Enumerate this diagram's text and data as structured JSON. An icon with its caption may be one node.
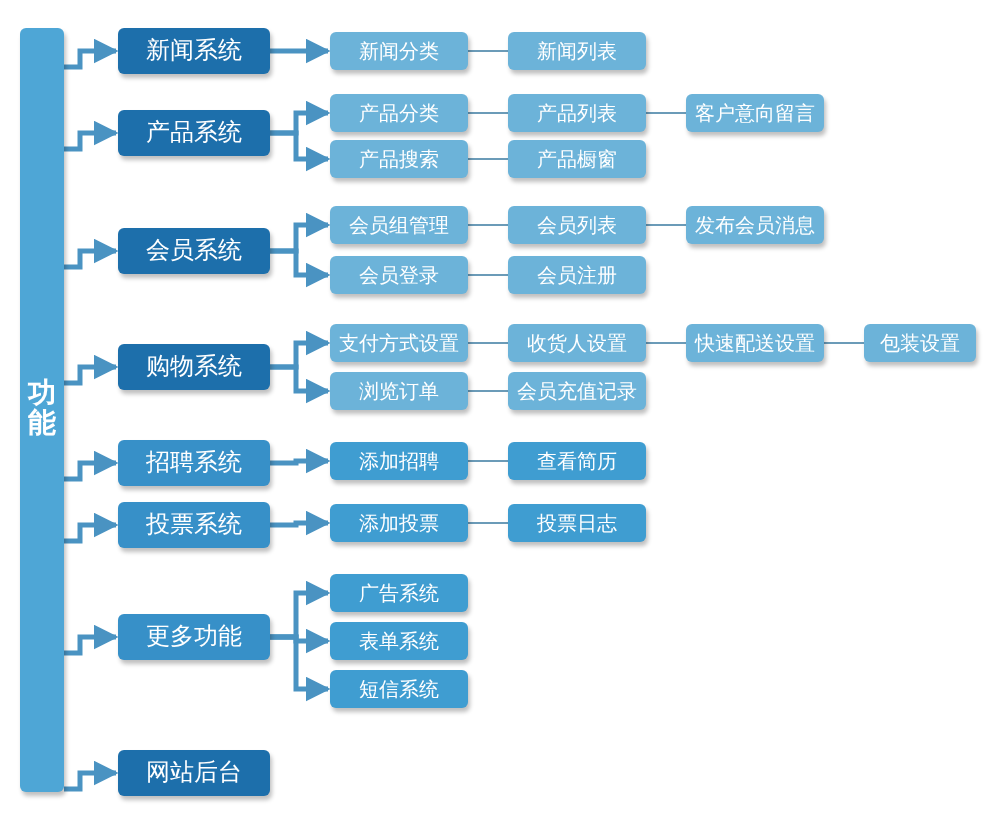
{
  "diagram": {
    "nodes": [
      {
        "text": [
          "功能"
        ]
      },
      {
        "text": [
          "新闻系统"
        ]
      },
      {
        "text": [
          "新闻分类"
        ]
      },
      {
        "text": [
          "新闻列表"
        ]
      },
      {
        "text": [
          "产品系统"
        ]
      },
      {
        "text": [
          "产品分类"
        ]
      },
      {
        "text": [
          "产品列表"
        ]
      },
      {
        "text": [
          "客户意向留言"
        ]
      },
      {
        "text": [
          "产品搜索"
        ]
      },
      {
        "text": [
          "产品橱窗"
        ]
      },
      {
        "text": [
          "会员系统"
        ]
      },
      {
        "text": [
          "会员组管理"
        ]
      },
      {
        "text": [
          "会员列表"
        ]
      },
      {
        "text": [
          "发布会员消息"
        ]
      },
      {
        "text": [
          "会员登录"
        ]
      },
      {
        "text": [
          "会员注册"
        ]
      },
      {
        "text": [
          "购物系统"
        ]
      },
      {
        "text": [
          "支付方式设置"
        ]
      },
      {
        "text": [
          "收货人设置"
        ]
      },
      {
        "text": [
          "快速配送设置"
        ]
      },
      {
        "text": [
          "包装设置"
        ]
      },
      {
        "text": [
          "浏览订单"
        ]
      },
      {
        "text": [
          "会员充值记录"
        ]
      },
      {
        "text": [
          "招聘系统"
        ]
      },
      {
        "text": [
          "添加招聘"
        ]
      },
      {
        "text": [
          "查看简历"
        ]
      },
      {
        "text": [
          "投票系统"
        ]
      },
      {
        "text": [
          "添加投票"
        ]
      },
      {
        "text": [
          "投票日志"
        ]
      },
      {
        "text": [
          "更多功能"
        ]
      },
      {
        "text": [
          "广告系统"
        ]
      },
      {
        "text": [
          "表单系统"
        ]
      },
      {
        "text": [
          "短信系统"
        ]
      },
      {
        "text": [
          "网站后台"
        ]
      }
    ],
    "edges": [
      {
        "from": 0,
        "to": 1,
        "arrow": "to"
      },
      {
        "from": 0,
        "to": 4,
        "arrow": "to"
      },
      {
        "from": 0,
        "to": 10,
        "arrow": "to"
      },
      {
        "from": 0,
        "to": 16,
        "arrow": "to"
      },
      {
        "from": 0,
        "to": 23,
        "arrow": "to"
      },
      {
        "from": 0,
        "to": 26,
        "arrow": "to"
      },
      {
        "from": 0,
        "to": 29,
        "arrow": "to"
      },
      {
        "from": 0,
        "to": 33,
        "arrow": "to"
      },
      {
        "from": 1,
        "to": 2,
        "arrow": "to"
      },
      {
        "from": 2,
        "to": 3,
        "arrow": "none"
      },
      {
        "from": 4,
        "to": 5,
        "arrow": "to"
      },
      {
        "from": 4,
        "to": 8,
        "arrow": "to"
      },
      {
        "from": 5,
        "to": 6,
        "arrow": "none"
      },
      {
        "from": 6,
        "to": 7,
        "arrow": "none"
      },
      {
        "from": 8,
        "to": 9,
        "arrow": "none"
      },
      {
        "from": 10,
        "to": 11,
        "arrow": "to"
      },
      {
        "from": 10,
        "to": 14,
        "arrow": "to"
      },
      {
        "from": 11,
        "to": 12,
        "arrow": "none"
      },
      {
        "from": 12,
        "to": 13,
        "arrow": "none"
      },
      {
        "from": 14,
        "to": 15,
        "arrow": "none"
      },
      {
        "from": 16,
        "to": 17,
        "arrow": "to"
      },
      {
        "from": 16,
        "to": 21,
        "arrow": "to"
      },
      {
        "from": 17,
        "to": 18,
        "arrow": "none"
      },
      {
        "from": 18,
        "to": 19,
        "arrow": "none"
      },
      {
        "from": 19,
        "to": 20,
        "arrow": "none"
      },
      {
        "from": 21,
        "to": 22,
        "arrow": "none"
      },
      {
        "from": 23,
        "to": 24,
        "arrow": "to"
      },
      {
        "from": 24,
        "to": 25,
        "arrow": "none"
      },
      {
        "from": 26,
        "to": 27,
        "arrow": "to"
      },
      {
        "from": 27,
        "to": 28,
        "arrow": "none"
      },
      {
        "from": 29,
        "to": 30,
        "arrow": "to"
      },
      {
        "from": 29,
        "to": 31,
        "arrow": "to"
      },
      {
        "from": 29,
        "to": 32,
        "arrow": "to"
      }
    ]
  }
}
